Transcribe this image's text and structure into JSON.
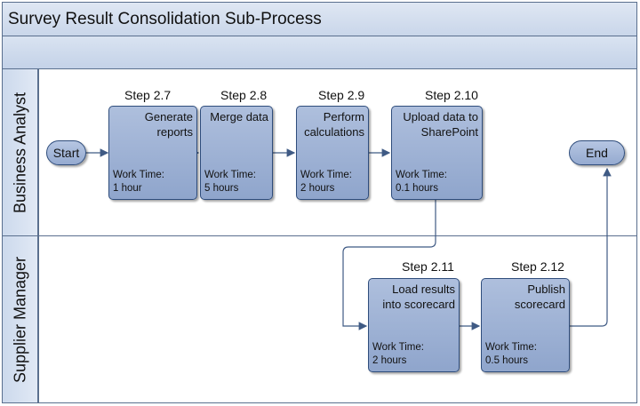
{
  "title": "Survey Result Consolidation Sub-Process",
  "lanes": {
    "business_analyst": "Business Analyst",
    "supplier_manager": "Supplier Manager"
  },
  "start_label": "Start",
  "end_label": "End",
  "steps": [
    {
      "id": "Step 2.7",
      "title": "Generate\nreports",
      "work": "Work Time:\n1 hour"
    },
    {
      "id": "Step 2.8",
      "title": "Merge data",
      "work": "Work Time:\n5 hours"
    },
    {
      "id": "Step 2.9",
      "title": "Perform\ncalculations",
      "work": "Work Time:\n2 hours"
    },
    {
      "id": "Step 2.10",
      "title": "Upload data to\nSharePoint",
      "work": "Work Time:\n0.1 hours"
    },
    {
      "id": "Step 2.11",
      "title": "Load results\ninto scorecard",
      "work": "Work Time:\n2 hours"
    },
    {
      "id": "Step 2.12",
      "title": "Publish\nscorecard",
      "work": "Work Time:\n0.5 hours"
    }
  ],
  "colors": {
    "border": "#5a6f8e",
    "task_fill": "#9fb3d7",
    "task_border": "#2f4d7c",
    "connector": "#3f5a84"
  }
}
